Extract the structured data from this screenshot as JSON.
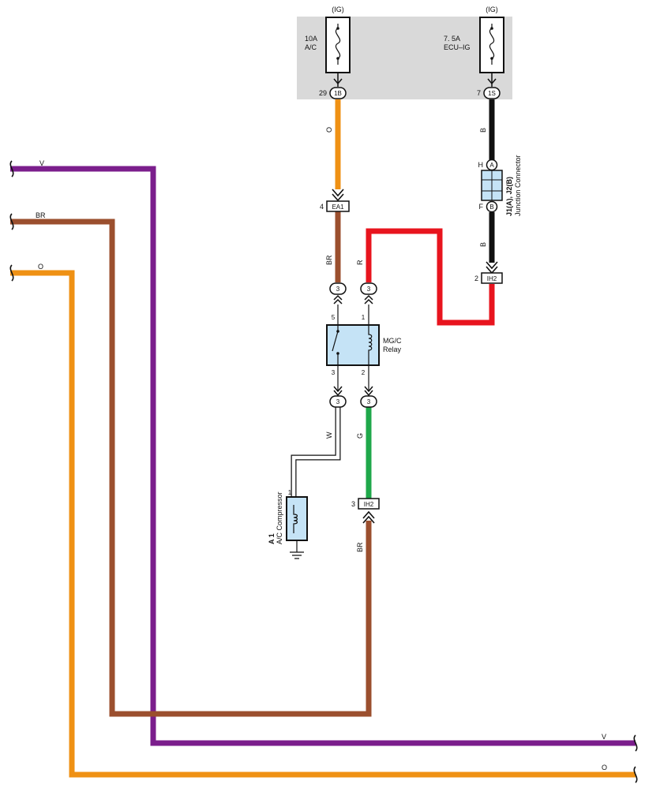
{
  "colors": {
    "violet": "#7b1e8c",
    "brown": "#9b4f2e",
    "orange": "#ef9114",
    "red": "#e8141e",
    "green": "#1fa84a",
    "black": "#111111",
    "white_wire": "#ffffff",
    "box_gray": "#d9d9d9",
    "component_blue": "#c5e3f6"
  },
  "fuse_box": {
    "fuse_ac": {
      "power": "(IG)",
      "rating": "10A",
      "name": "A/C",
      "pin": "29",
      "connector": "1B"
    },
    "fuse_ecu": {
      "power": "(IG)",
      "rating": "7. 5A",
      "name": "ECU–IG",
      "pin": "7",
      "connector": "1S"
    }
  },
  "wires": {
    "left_v": "V",
    "left_br": "BR",
    "left_o": "O",
    "fuse_ac_out": "O",
    "relay5_in": "BR",
    "relay1_in": "R",
    "fuse_ecu_out": "B",
    "jc_out": "B",
    "relay3_out": "W",
    "relay2_out": "G",
    "ih2_3_out": "BR",
    "right_v": "V",
    "right_o": "O"
  },
  "connectors": {
    "ea1": {
      "pin": "4",
      "name": "EA1"
    },
    "ih2_2": {
      "pin": "2",
      "name": "IH2"
    },
    "ih2_3": {
      "pin": "3",
      "name": "IH2"
    },
    "c_top_left": "3",
    "c_top_right": "3",
    "c_bot_left": "3",
    "c_bot_right": "3"
  },
  "relay": {
    "name_line1": "MG/C",
    "name_line2": "Relay",
    "pin_5": "5",
    "pin_1": "1",
    "pin_3": "3",
    "pin_2": "2"
  },
  "junction_connector": {
    "code": "J1(A), J2(B)",
    "name": "Junction Connector",
    "pin_h": "H",
    "pin_f": "F",
    "term_a": "A",
    "term_b": "B"
  },
  "compressor": {
    "code": "A 1",
    "name": "A/C Compressor",
    "pin": "1"
  }
}
